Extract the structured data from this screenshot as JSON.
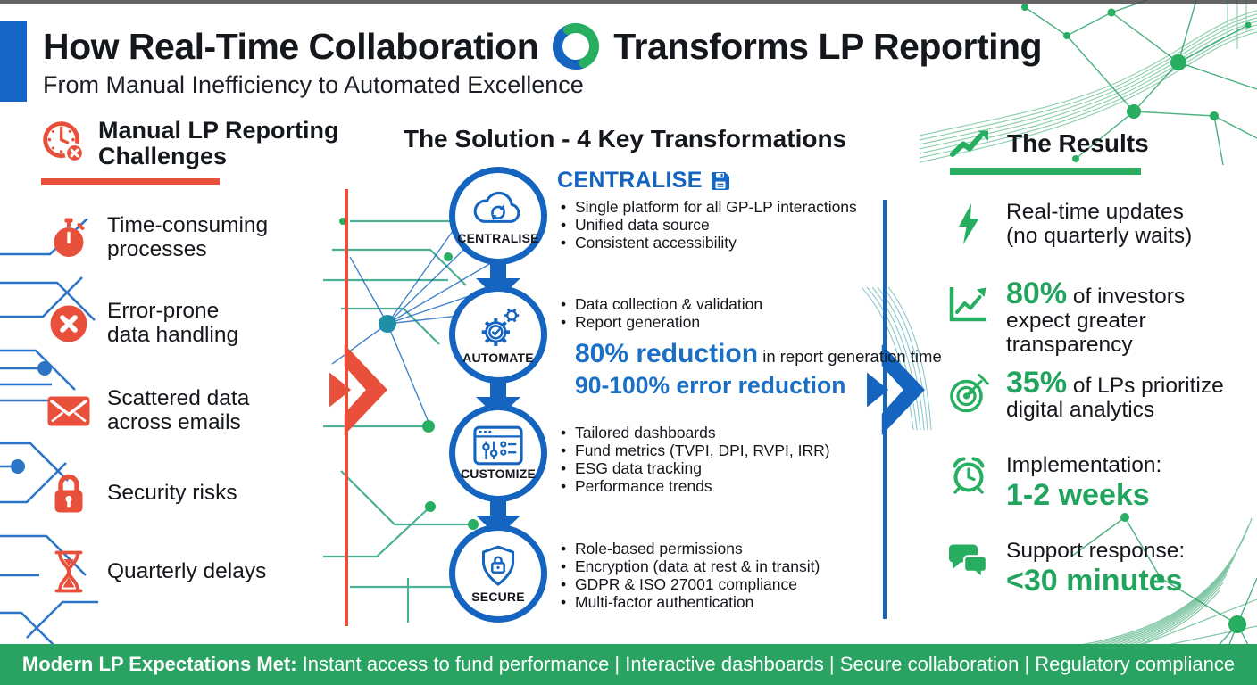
{
  "header": {
    "title_left": "How Real-Time Collaboration",
    "title_right": "Transforms LP Reporting",
    "subtitle": "From Manual Inefficiency to Automated Excellence",
    "logo_icon": "sync-circle-icon"
  },
  "challenges": {
    "icon": "clock-error-icon",
    "title": "Manual LP Reporting\nChallenges",
    "items": [
      {
        "icon": "stopwatch-icon",
        "label": "Time-consuming\nprocesses"
      },
      {
        "icon": "error-cross-icon",
        "label": "Error-prone\ndata handling"
      },
      {
        "icon": "envelope-icon",
        "label": "Scattered data\nacross emails"
      },
      {
        "icon": "padlock-icon",
        "label": "Security risks"
      },
      {
        "icon": "hourglass-icon",
        "label": "Quarterly delays"
      }
    ]
  },
  "solution": {
    "title": "The Solution - 4 Key Transformations",
    "steps": [
      {
        "icon": "cloud-sync-icon",
        "label": "CENTRALISE",
        "heading": "CENTRALISE",
        "heading_icon": "save-icon",
        "bullets": [
          "Single platform for all GP-LP interactions",
          "Unified data source",
          "Consistent accessibility"
        ]
      },
      {
        "icon": "gear-check-icon",
        "label": "AUTOMATE",
        "bullets": [
          "Data collection & validation",
          "Report generation"
        ],
        "stat1_strong": "80% reduction",
        "stat1_rest": " in report generation time",
        "stat2_strong": "90-100% error reduction"
      },
      {
        "icon": "dashboard-sliders-icon",
        "label": "CUSTOMIZE",
        "bullets": [
          "Tailored dashboards",
          "Fund metrics (TVPI, DPI, RVPI, IRR)",
          "ESG data tracking",
          "Performance trends"
        ]
      },
      {
        "icon": "shield-lock-icon",
        "label": "SECURE",
        "bullets": [
          "Role-based permissions",
          "Encryption (data at rest & in transit)",
          "GDPR & ISO 27001 compliance",
          "Multi-factor authentication"
        ]
      }
    ]
  },
  "results": {
    "icon": "trend-up-icon",
    "title": "The Results",
    "items": [
      {
        "icon": "lightning-icon",
        "text": "Real-time updates\n(no quarterly waits)"
      },
      {
        "icon": "chart-growth-icon",
        "strong": "80%",
        "text": " of investors\nexpect greater transparency"
      },
      {
        "icon": "target-icon",
        "strong": "35%",
        "text": " of LPs prioritize\ndigital analytics"
      },
      {
        "icon": "alarm-clock-icon",
        "text": "Implementation:",
        "strong2": "1-2 weeks"
      },
      {
        "icon": "chat-bubbles-icon",
        "text": "Support response:",
        "strong2": "<30 minutes"
      }
    ]
  },
  "footer": {
    "strong": "Modern LP Expectations Met:",
    "text": " Instant access to fund performance | Interactive dashboards | Secure collaboration | Regulatory compliance"
  },
  "colors": {
    "red": "#E8503C",
    "blue": "#1565C0",
    "stat_blue": "#1B6FC5",
    "green": "#27AE60",
    "footer_green": "#2AA262",
    "text_dark": "#14171C"
  }
}
